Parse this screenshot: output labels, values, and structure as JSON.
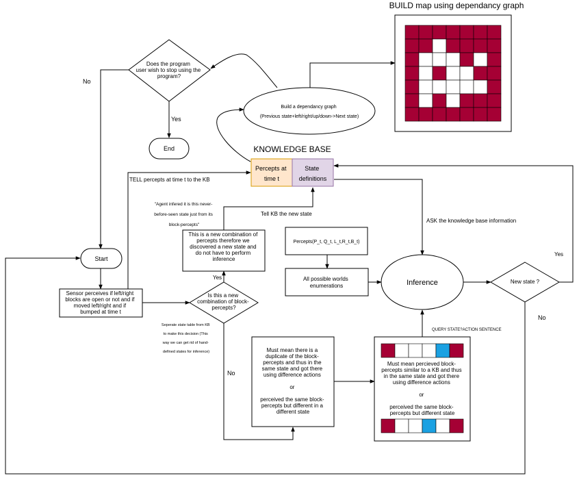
{
  "title": "BUILD map using dependancy graph",
  "knowledge_base_label": "KNOWLEDGE BASE",
  "kb": {
    "percepts": [
      "Percepts at",
      "time t"
    ],
    "states": [
      "State",
      "definitions"
    ]
  },
  "decision_stop": [
    "Does the program",
    "user wish to stop using the",
    "program?"
  ],
  "end_label": "End",
  "start_label": "Start",
  "dep_graph": [
    "Build a dependancy graph",
    "(Previous state+left/right/up/down->Next state)"
  ],
  "sensor_box": [
    "Sensor perceives if left/right",
    "blocks are open or not and if",
    "moved left/right and if",
    "bumped at time t"
  ],
  "decision_new_combo": [
    "Is this a new",
    "combination of block-",
    "percepts?"
  ],
  "new_combo_box": [
    "This is a new combination of",
    "percepts therefore we",
    "discovered a new state and",
    "do not have to perform",
    "inference"
  ],
  "agent_quote": [
    "\"Agent infered it is this never-",
    "before-seen state just from its",
    "block-percepts\""
  ],
  "separate_note": [
    "Seperate state table from KB",
    "to make this decision (This",
    "way we can get rid of hand-",
    "defined states for inference)"
  ],
  "percepts_vars": "Percepts(P_t, Q_t, L_t,R_t,B_t)",
  "worlds_box": [
    "All possible worlds",
    "enumerations"
  ],
  "inference_label": "Inference",
  "new_state_label": "New state ?",
  "duplicate_box": [
    "Must mean there is a",
    "duplicate of the block-",
    "percepts and thus in the",
    "same state and got there",
    "using difference actions",
    "or",
    "perceived the same block-",
    "percepts but different in a",
    "different state"
  ],
  "similar_box": [
    "Must mean percieved block-",
    "percepts similar to a KB and thus",
    "in the same state and got there",
    "using difference actions",
    "or",
    "perceived the same block-",
    "percepts but different state"
  ],
  "edge_labels": {
    "no_left": "No",
    "yes_end": "Yes",
    "tell_percepts": "TELL percepts  at time t to the KB",
    "tell_kb_state": "Tell KB the new state",
    "ask_kb": "ASK the  knowledge base information",
    "yes_new_state": "Yes",
    "no_new_state": "No",
    "yes_new_combo": "Yes",
    "no_new_combo": "No",
    "query": "QUERY STATE?ACTION SENTENCE"
  },
  "map_grid": [
    [
      1,
      1,
      1,
      1,
      1,
      1,
      1
    ],
    [
      1,
      1,
      0,
      1,
      1,
      1,
      1
    ],
    [
      1,
      0,
      0,
      0,
      1,
      0,
      1
    ],
    [
      1,
      0,
      1,
      0,
      0,
      1,
      1
    ],
    [
      1,
      0,
      0,
      0,
      0,
      0,
      1
    ],
    [
      1,
      0,
      1,
      0,
      1,
      1,
      1
    ],
    [
      1,
      1,
      1,
      1,
      1,
      1,
      1
    ]
  ],
  "strip_top": [
    "wall",
    "open",
    "open",
    "open",
    "blue",
    "wall"
  ],
  "strip_bottom": [
    "wall",
    "open",
    "open",
    "blue",
    "open",
    "wall"
  ],
  "colors": {
    "wall": "#a50034",
    "blue": "#1ba1e2",
    "kb_orange": "#ffe6cc",
    "kb_purple": "#e1d5e7"
  }
}
